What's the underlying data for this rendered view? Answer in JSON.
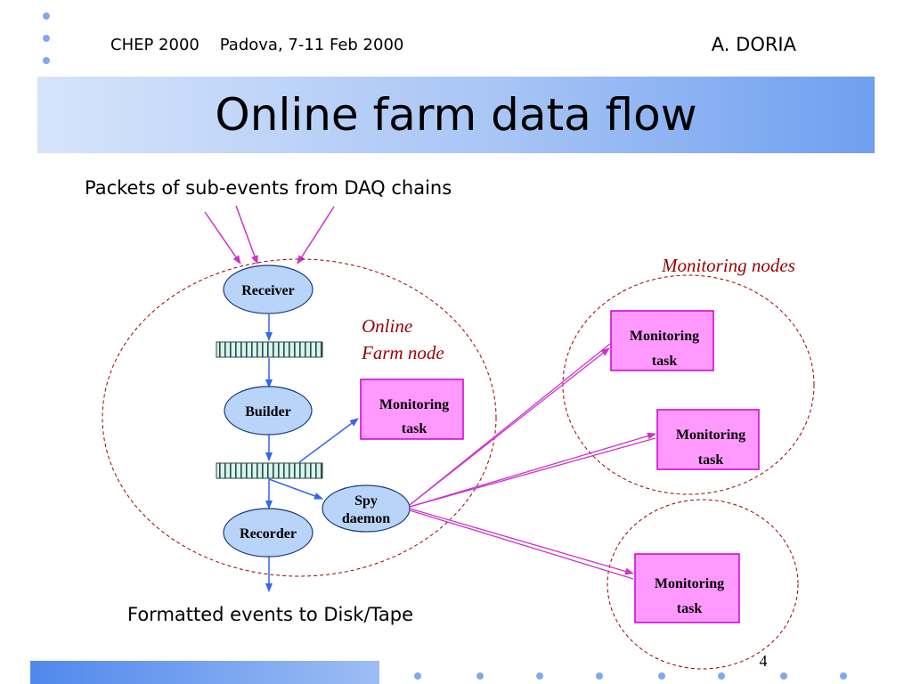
{
  "header": {
    "conference": "CHEP 2000    Padova, 7-11 Feb 2000",
    "author": "A. DORIA"
  },
  "title": "Online farm data flow",
  "diagram": {
    "input_label": "Packets of sub-events from DAQ chains",
    "output_label": "Formatted events to Disk/Tape",
    "online_farm_label_line1": "Online",
    "online_farm_label_line2": "Farm node",
    "monitoring_nodes_label": "Monitoring nodes",
    "receiver": "Receiver",
    "builder": "Builder",
    "recorder": "Recorder",
    "spy_line1": "Spy",
    "spy_line2": "daemon",
    "monitoring_task_line1": "Monitoring",
    "monitoring_task_line2": "task"
  },
  "page_number": "4",
  "colors": {
    "ellipse_node": "#b8d4f8",
    "monitor_box": "#ff99ff",
    "monitor_border": "#cc00cc",
    "flow_arrow": "#3366ee",
    "spy_arrow": "#cc33cc",
    "italic_label": "#990000",
    "dashed_boundary": "#990000"
  }
}
